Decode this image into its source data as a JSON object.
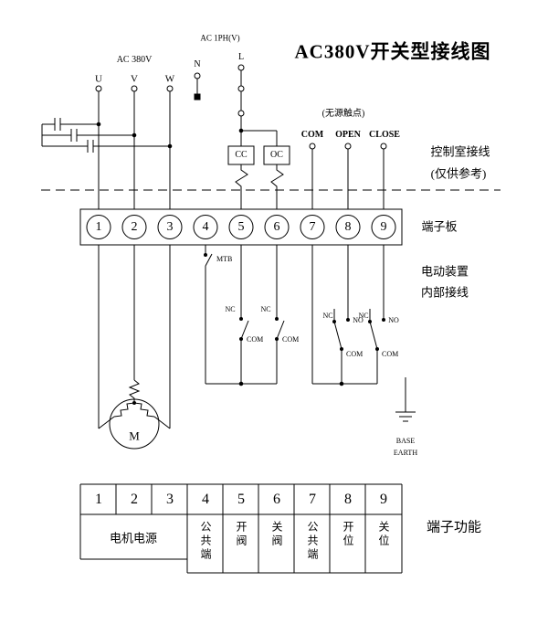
{
  "title": "AC380V开关型接线图",
  "top": {
    "ac_three_phase": "AC 380V",
    "ac_single_phase": "AC 1PH(V)",
    "phases": [
      "U",
      "V",
      "W"
    ],
    "neutral": "N",
    "live": "L"
  },
  "control": {
    "cc": "CC",
    "oc": "OC",
    "passive_note": "(无源触点)",
    "com": "COM",
    "open": "OPEN",
    "close": "CLOSE",
    "control_room_line1": "控制室接线",
    "control_room_line2": "(仅供参考)"
  },
  "board": {
    "label": "端子板",
    "numbers": [
      "1",
      "2",
      "3",
      "4",
      "5",
      "6",
      "7",
      "8",
      "9"
    ]
  },
  "internal": {
    "line1": "电动装置",
    "line2": "内部接线",
    "mtb": "MTB",
    "nc": "NC",
    "no": "NO",
    "com": "COM",
    "motor": "M",
    "base": "BASE",
    "earth": "EARTH"
  },
  "function_table": {
    "caption": "端子功能",
    "numbers": [
      "1",
      "2",
      "3",
      "4",
      "5",
      "6",
      "7",
      "8",
      "9"
    ],
    "motor_power": "电机电源",
    "functions": [
      "公共端",
      "开阀",
      "关阀",
      "公共端",
      "开位",
      "关位"
    ]
  }
}
